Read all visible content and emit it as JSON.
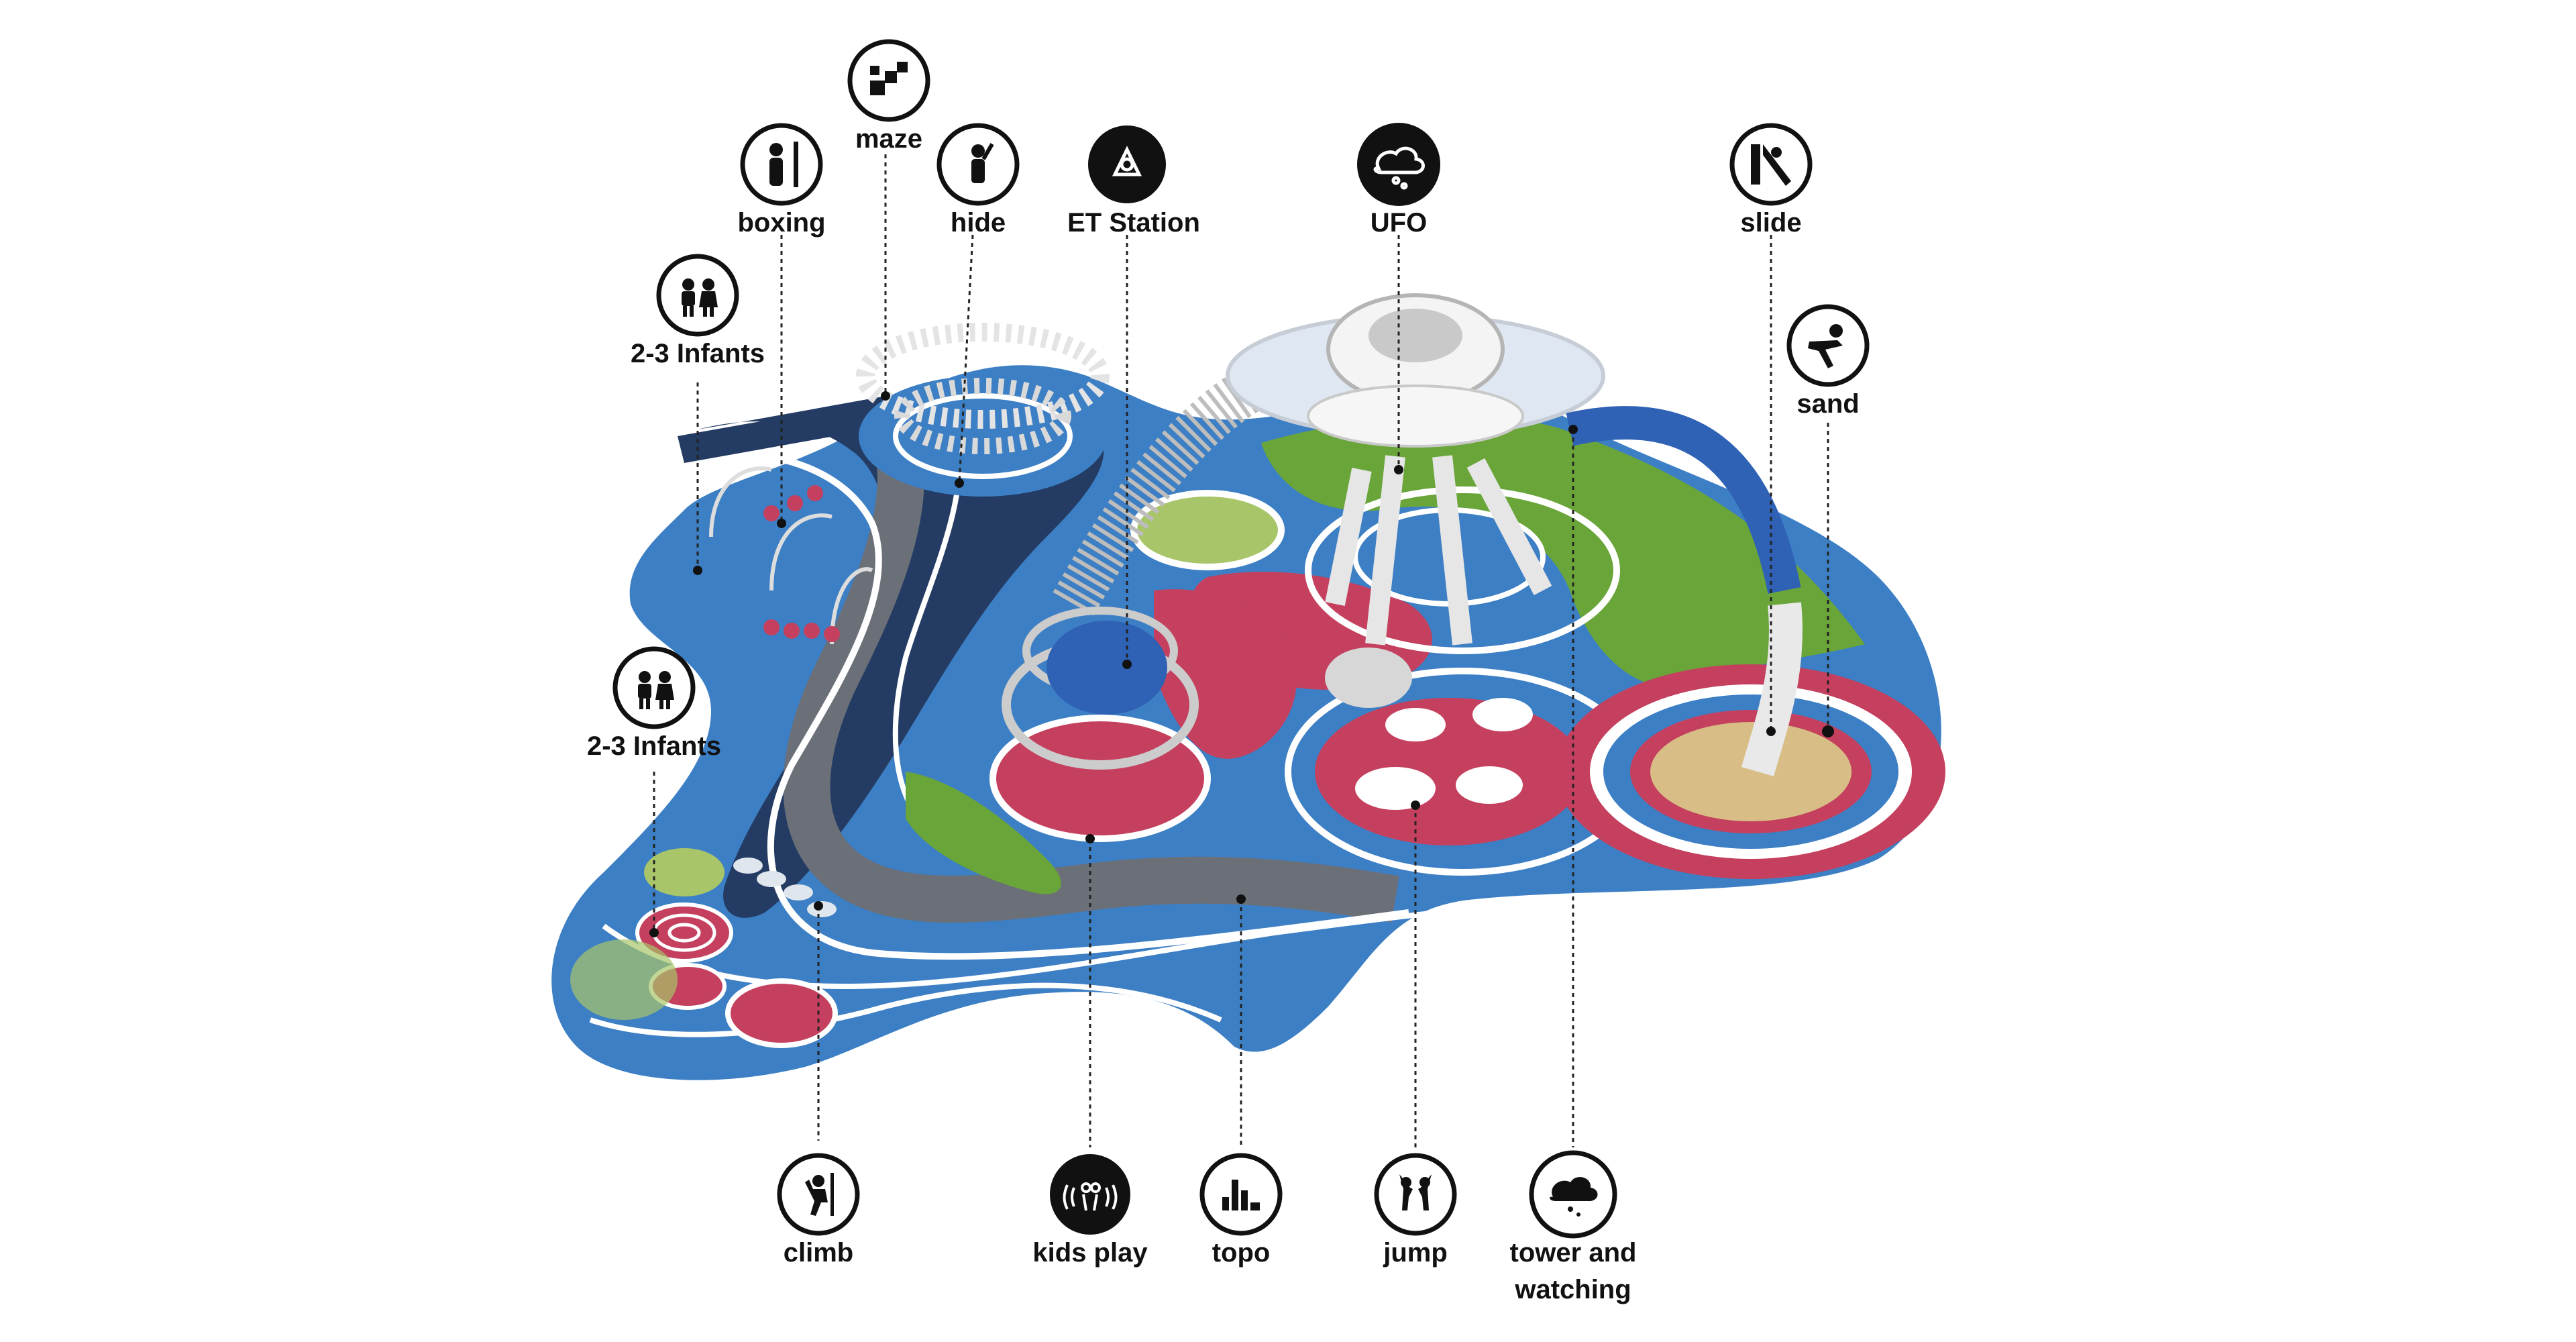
{
  "colors": {
    "blue": "#3d7fc4",
    "dark_blue": "#2b4d7a",
    "navy": "#243c63",
    "red": "#c4405e",
    "green": "#6aa53a",
    "sand": "#d8bd86",
    "white_track": "#ffffff",
    "leader": "#222222",
    "icon_outline": "#111111",
    "icon_filled": "#111111"
  },
  "labels": [
    {
      "id": "maze",
      "text": "maze",
      "icon": "maze-icon",
      "filled": false
    },
    {
      "id": "boxing",
      "text": "boxing",
      "icon": "boxing-icon",
      "filled": false
    },
    {
      "id": "hide",
      "text": "hide",
      "icon": "hide-icon",
      "filled": false
    },
    {
      "id": "et-station",
      "text": "ET Station",
      "icon": "et-station-icon",
      "filled": true
    },
    {
      "id": "ufo",
      "text": "UFO",
      "icon": "ufo-icon",
      "filled": true
    },
    {
      "id": "slide",
      "text": "slide",
      "icon": "slide-icon",
      "filled": false
    },
    {
      "id": "sand",
      "text": "sand",
      "icon": "sand-icon",
      "filled": false
    },
    {
      "id": "infants-top",
      "text": "2-3 Infants",
      "icon": "infants-icon",
      "filled": false
    },
    {
      "id": "infants-mid",
      "text": "2-3 Infants",
      "icon": "infants-icon",
      "filled": false
    },
    {
      "id": "climb",
      "text": "climb",
      "icon": "climb-icon",
      "filled": false
    },
    {
      "id": "kids-play",
      "text": "kids play",
      "icon": "kids-play-icon",
      "filled": true
    },
    {
      "id": "topo",
      "text": "topo",
      "icon": "topo-icon",
      "filled": false
    },
    {
      "id": "jump",
      "text": "jump",
      "icon": "jump-icon",
      "filled": false
    },
    {
      "id": "tower",
      "text": "tower and",
      "text2": "watching",
      "icon": "tower-icon",
      "filled": false
    }
  ]
}
